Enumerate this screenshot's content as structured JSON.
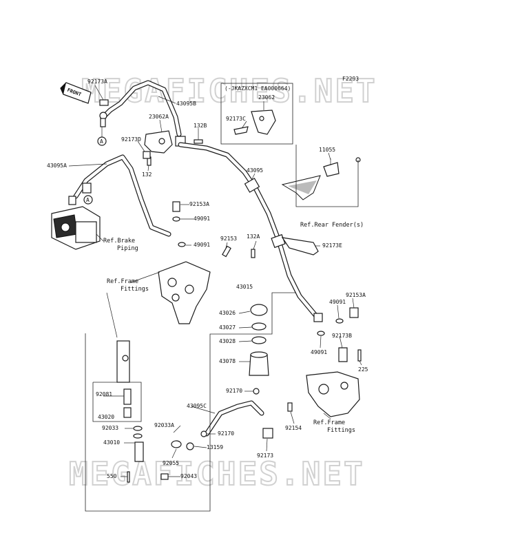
{
  "diagram_code": "F2293",
  "watermark": "MEGAFICHES.NET",
  "front_label": "FRONT",
  "variant_box": {
    "title": "(-JKAZXCM1 EA000664)",
    "parts": [
      "23062",
      "92173C"
    ]
  },
  "callout_letter": "A",
  "labels": {
    "p92173A": "92173A",
    "p43095B": "43095B",
    "p23062A": "23062A",
    "p132B": "132B",
    "p92173D": "92173D",
    "p132": "132",
    "p43095A": "43095A",
    "p92153A_1": "92153A",
    "p49091_1": "49091",
    "p49091_2": "49091",
    "p92153": "92153",
    "p43095": "43095",
    "p11055": "11055",
    "p132A": "132A",
    "p92173E": "92173E",
    "p43015": "43015",
    "p43026": "43026",
    "p43027": "43027",
    "p43028": "43028",
    "p43078": "43078",
    "p92170_1": "92170",
    "p43095C": "43095C",
    "p92081": "92081",
    "p43020": "43020",
    "p92033A": "92033A",
    "p92033": "92033",
    "p92170_2": "92170",
    "p43010": "43010",
    "p13159": "13159",
    "p92055": "92055",
    "p550": "550",
    "p92043": "92043",
    "p92154": "92154",
    "p92173": "92173",
    "p92153A_2": "92153A",
    "p49091_3": "49091",
    "p92173B": "92173B",
    "p49091_4": "49091",
    "p225": "225"
  },
  "refs": {
    "rear_fender": "Ref.Rear Fender(s)",
    "brake_piping_1": "Ref.Brake",
    "brake_piping_2": "Piping",
    "frame_fittings_1a": "Ref.Frame",
    "frame_fittings_1b": "Fittings",
    "frame_fittings_2a": "Ref.Frame",
    "frame_fittings_2b": "Fittings"
  }
}
